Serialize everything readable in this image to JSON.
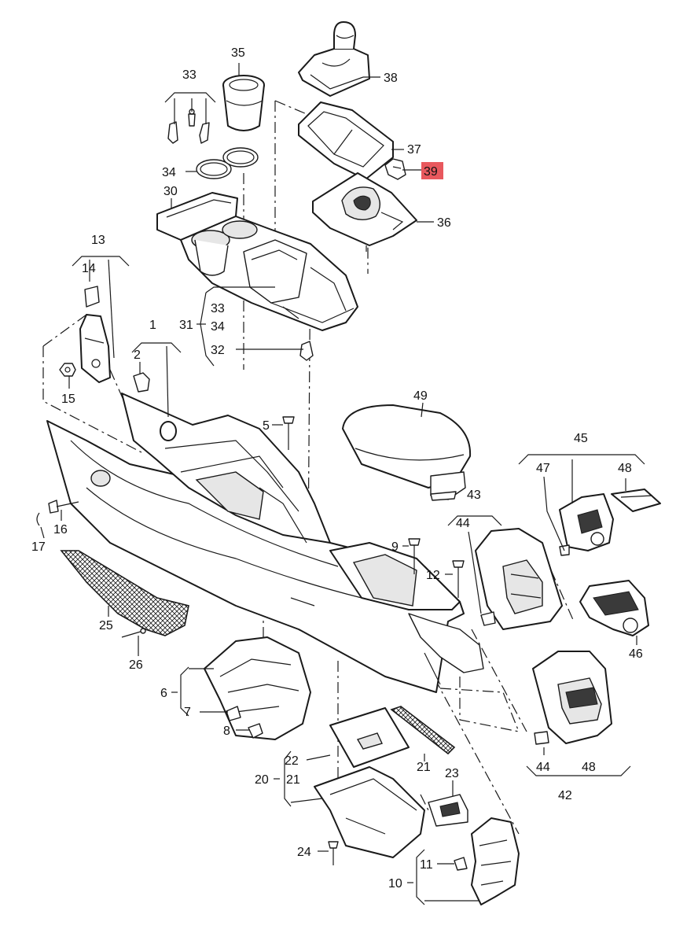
{
  "highlight_color": "#e8585d",
  "callouts": {
    "c1": "1",
    "c2": "2",
    "c5": "5",
    "c6": "6",
    "c7": "7",
    "c8": "8",
    "c9": "9",
    "c10": "10",
    "c11": "11",
    "c12": "12",
    "c13": "13",
    "c14": "14",
    "c15": "15",
    "c16": "16",
    "c17": "17",
    "c20": "20",
    "c21a": "21",
    "c21b": "21",
    "c22": "22",
    "c23": "23",
    "c24": "24",
    "c25": "25",
    "c26": "26",
    "c30": "30",
    "c31": "31",
    "c32": "32",
    "c33a": "33",
    "c33b": "33",
    "c34a": "34",
    "c34b": "34",
    "c35": "35",
    "c36": "36",
    "c37": "37",
    "c38": "38",
    "c39": "39",
    "c42": "42",
    "c43": "43",
    "c44a": "44",
    "c44b": "44",
    "c45": "45",
    "c46": "46",
    "c47": "47",
    "c48a": "48",
    "c48b": "48",
    "c49": "49"
  }
}
